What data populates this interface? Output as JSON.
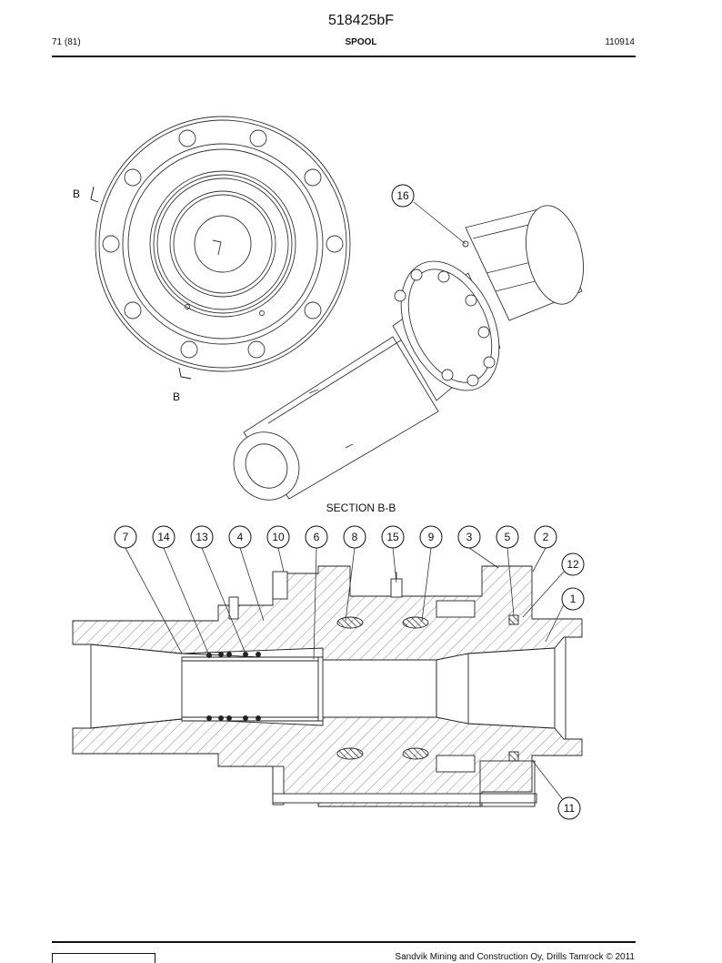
{
  "header": {
    "doc_id": "518425bF",
    "page": "71 (81)",
    "title": "SPOOL",
    "code": "110914"
  },
  "top_view": {
    "section_mark_a": "B",
    "section_mark_b": "B"
  },
  "section": {
    "title": "SECTION B-B"
  },
  "iso_callout": "16",
  "callouts_top": [
    "7",
    "14",
    "13",
    "4",
    "10",
    "6",
    "8",
    "15",
    "9",
    "3",
    "5",
    "2"
  ],
  "callouts_right": [
    "12",
    "1"
  ],
  "callout_bottom": "11",
  "footer": {
    "copyright": "Sandvik Mining and Construction Oy, Drills Tamrock © 2011"
  }
}
